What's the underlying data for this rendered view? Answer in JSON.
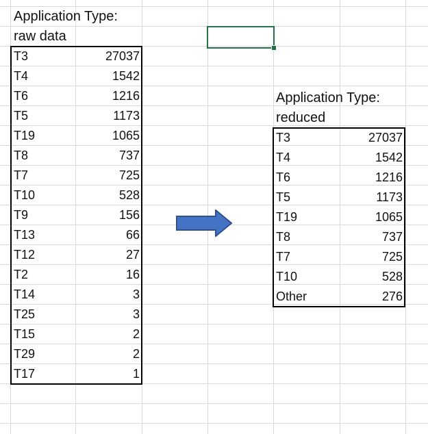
{
  "raw_table": {
    "title_line1": "Application Type:",
    "title_line2": "raw data",
    "rows": [
      {
        "label": "T3",
        "value": "27037"
      },
      {
        "label": "T4",
        "value": "1542"
      },
      {
        "label": "T6",
        "value": "1216"
      },
      {
        "label": "T5",
        "value": "1173"
      },
      {
        "label": "T19",
        "value": "1065"
      },
      {
        "label": "T8",
        "value": "737"
      },
      {
        "label": "T7",
        "value": "725"
      },
      {
        "label": "T10",
        "value": "528"
      },
      {
        "label": "T9",
        "value": "156"
      },
      {
        "label": "T13",
        "value": "66"
      },
      {
        "label": "T12",
        "value": "27"
      },
      {
        "label": "T2",
        "value": "16"
      },
      {
        "label": "T14",
        "value": "3"
      },
      {
        "label": "T25",
        "value": "3"
      },
      {
        "label": "T15",
        "value": "2"
      },
      {
        "label": "T29",
        "value": "2"
      },
      {
        "label": "T17",
        "value": "1"
      }
    ]
  },
  "reduced_table": {
    "title_line1": "Application Type:",
    "title_line2": "reduced",
    "rows": [
      {
        "label": "T3",
        "value": "27037"
      },
      {
        "label": "T4",
        "value": "1542"
      },
      {
        "label": "T6",
        "value": "1216"
      },
      {
        "label": "T5",
        "value": "1173"
      },
      {
        "label": "T19",
        "value": "1065"
      },
      {
        "label": "T8",
        "value": "737"
      },
      {
        "label": "T7",
        "value": "725"
      },
      {
        "label": "T10",
        "value": "528"
      },
      {
        "label": "Other",
        "value": "276"
      }
    ]
  },
  "arrow_icon": "right-arrow-icon",
  "colors": {
    "gridline": "#d9d9d9",
    "selection": "#217346",
    "arrow_fill": "#4472c4",
    "arrow_stroke": "#2f528f"
  }
}
